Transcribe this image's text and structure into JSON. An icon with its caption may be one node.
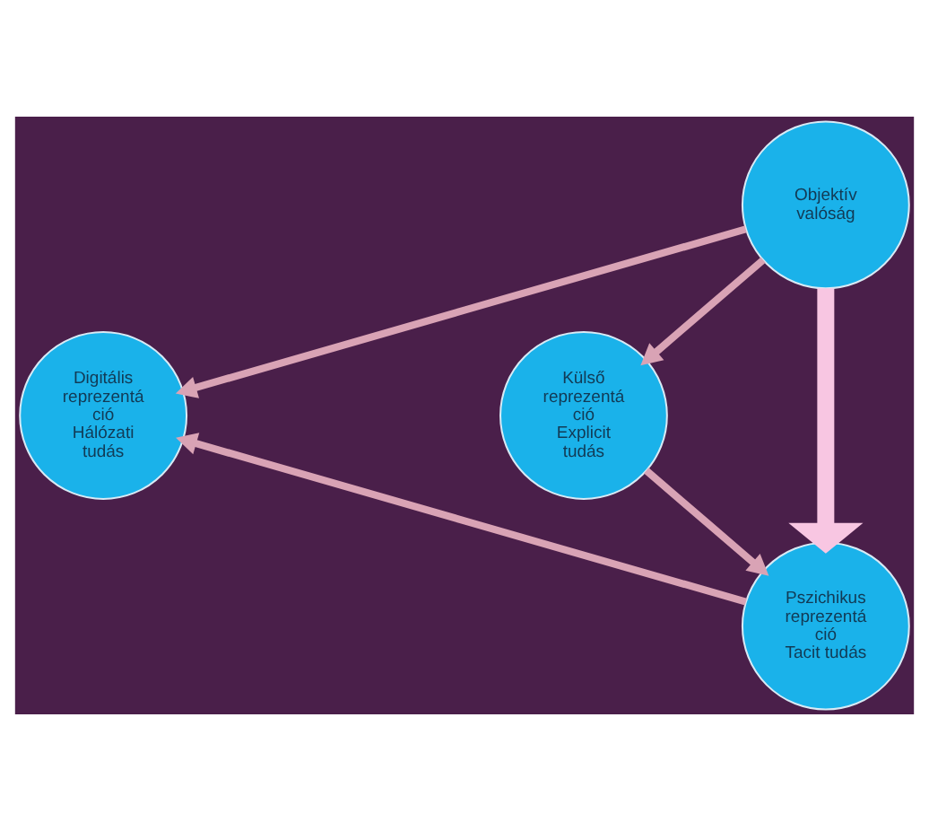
{
  "diagram": {
    "nodes": [
      {
        "text": [
          "Objektív valóság"
        ]
      },
      {
        "text": [
          "Digitális reprezentá ció",
          "Hálózati tudás"
        ]
      },
      {
        "text": [
          "Külső reprezentá ció",
          "Explicit tudás"
        ]
      },
      {
        "text": [
          "Pszichikus reprezentá ció",
          "Tacit tudás"
        ]
      }
    ],
    "edges": [
      {
        "from": 0,
        "to": 1,
        "arrow": "to"
      },
      {
        "from": 0,
        "to": 2,
        "arrow": "to"
      },
      {
        "from": 0,
        "to": 3,
        "arrow": "to",
        "style": "thick",
        "color": "#f8c6e2"
      },
      {
        "from": 2,
        "to": 3,
        "arrow": "to"
      },
      {
        "from": 3,
        "to": 1,
        "arrow": "to"
      }
    ]
  }
}
